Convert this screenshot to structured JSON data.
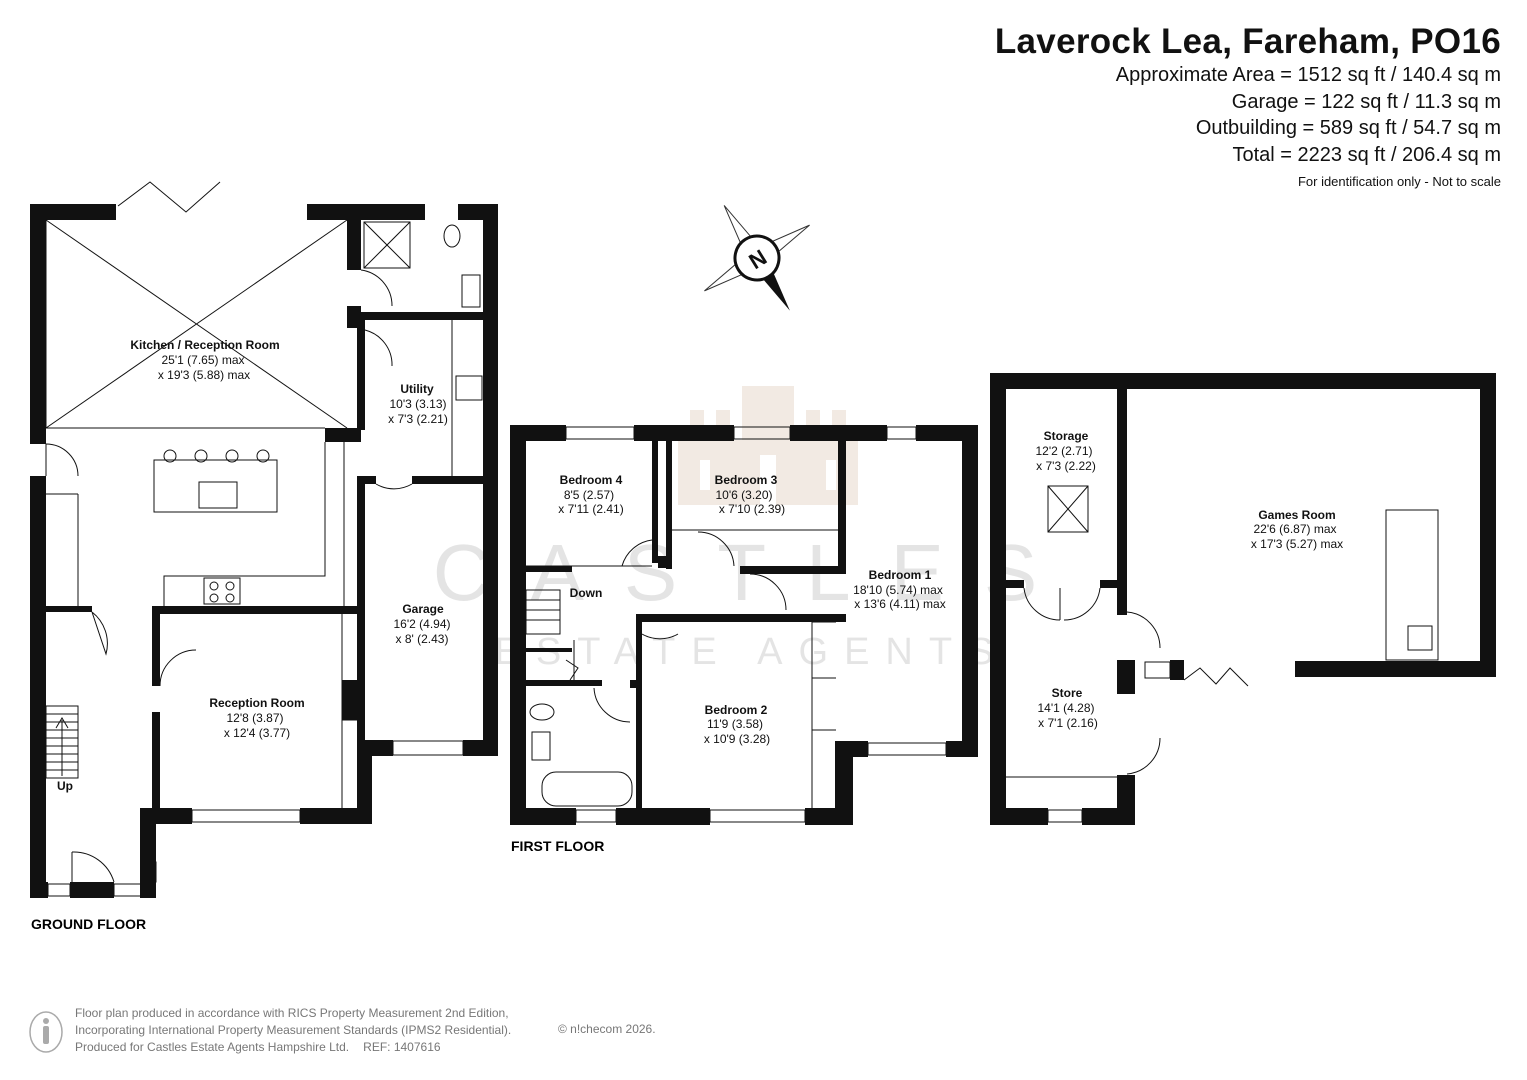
{
  "header": {
    "title": "Laverock Lea, Fareham, PO16",
    "areas": [
      "Approximate Area = 1512 sq ft / 140.4 sq m",
      "Garage = 122 sq ft / 11.3 sq m",
      "Outbuilding = 589 sq ft / 54.7 sq m",
      "Total = 2223 sq ft / 206.4 sq m"
    ],
    "disclaimer": "For identification only - Not to scale"
  },
  "compass": {
    "label": "N"
  },
  "watermark": {
    "line1": "CASTLES",
    "line2": "ESTATE AGENTS"
  },
  "floors": {
    "ground": "GROUND FLOOR",
    "first": "FIRST FLOOR"
  },
  "rooms": {
    "kitchen": {
      "name": "Kitchen / Reception Room",
      "dim1": "25'1 (7.65) max",
      "dim2": "x 19'3 (5.88) max"
    },
    "utility": {
      "name": "Utility",
      "dim1": "10'3 (3.13)",
      "dim2": "x 7'3 (2.21)"
    },
    "garage": {
      "name": "Garage",
      "dim1": "16'2 (4.94)",
      "dim2": "x 8' (2.43)"
    },
    "reception": {
      "name": "Reception Room",
      "dim1": "12'8 (3.87)",
      "dim2": "x 12'4 (3.77)"
    },
    "bedroom4": {
      "name": "Bedroom 4",
      "dim1": "8'5 (2.57)",
      "dim2": "x 7'11 (2.41)"
    },
    "bedroom3": {
      "name": "Bedroom 3",
      "dim1": "10'6 (3.20)",
      "dim2": "x 7'10 (2.39)"
    },
    "bedroom1": {
      "name": "Bedroom 1",
      "dim1": "18'10 (5.74) max",
      "dim2": "x 13'6 (4.11) max"
    },
    "bedroom2": {
      "name": "Bedroom 2",
      "dim1": "11'9 (3.58)",
      "dim2": "x 10'9 (3.28)"
    },
    "storage": {
      "name": "Storage",
      "dim1": "12'2 (2.71)",
      "dim2": "x 7'3 (2.22)"
    },
    "store": {
      "name": "Store",
      "dim1": "14'1 (4.28)",
      "dim2": "x 7'1 (2.16)"
    },
    "games": {
      "name": "Games Room",
      "dim1": "22'6 (6.87) max",
      "dim2": "x 17'3 (5.27) max"
    }
  },
  "stairs": {
    "up": "Up",
    "down": "Down"
  },
  "footer": {
    "line1": "Floor plan produced in accordance with RICS Property Measurement 2nd Edition,",
    "line2": "Incorporating International Property Measurement Standards (IPMS2 Residential).",
    "line3": "Produced for Castles Estate Agents Hampshire Ltd.",
    "ref": "REF:  1407616",
    "copyright": "© n!checom 2026."
  }
}
